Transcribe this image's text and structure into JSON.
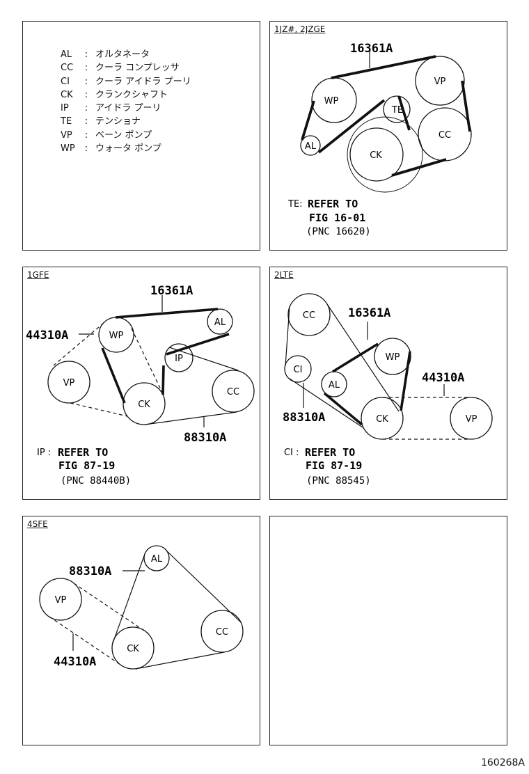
{
  "legend": [
    {
      "code": "AL",
      "desc": "オルタネータ"
    },
    {
      "code": "CC",
      "desc": "クーラ コンプレッサ"
    },
    {
      "code": "CI",
      "desc": "クーラ アイドラ プーリ"
    },
    {
      "code": "CK",
      "desc": "クランクシャフト"
    },
    {
      "code": "IP",
      "desc": "アイドラ プーリ"
    },
    {
      "code": "TE",
      "desc": "テンショナ"
    },
    {
      "code": "VP",
      "desc": "ベーン ポンプ"
    },
    {
      "code": "WP",
      "desc": "ウォータ ポンプ"
    }
  ],
  "legend_colon": ":",
  "panels": {
    "jz": {
      "tag": "1JZ#, 2JZGE",
      "part": "16361A",
      "pulleys": {
        "wp": "WP",
        "vp": "VP",
        "te": "TE",
        "al": "AL",
        "ck": "CK",
        "cc": "CC"
      },
      "note": {
        "key": "TE:",
        "line1": "REFER TO",
        "line2": "FIG 16-01",
        "pnc": "(PNC 16620)"
      }
    },
    "gfe": {
      "tag": "1GFE",
      "part_main": "16361A",
      "part_left": "44310A",
      "part_bottom": "88310A",
      "pulleys": {
        "wp": "WP",
        "al": "AL",
        "ip": "IP",
        "vp": "VP",
        "ck": "CK",
        "cc": "CC"
      },
      "note": {
        "key": "IP :",
        "line1": "REFER TO",
        "line2": "FIG 87-19",
        "pnc": "(PNC 88440B)"
      }
    },
    "lte": {
      "tag": "2LTE",
      "part_main": "16361A",
      "part_right": "44310A",
      "part_left": "88310A",
      "pulleys": {
        "cc": "CC",
        "wp": "WP",
        "ci": "CI",
        "al": "AL",
        "ck": "CK",
        "vp": "VP"
      },
      "note": {
        "key": "CI :",
        "line1": "REFER TO",
        "line2": "FIG 87-19",
        "pnc": "(PNC 88545)"
      }
    },
    "sfe": {
      "tag": "4SFE",
      "part_top": "88310A",
      "part_bottom": "44310A",
      "pulleys": {
        "al": "AL",
        "vp": "VP",
        "cc": "CC",
        "ck": "CK"
      }
    }
  },
  "figure_id": "160268A"
}
